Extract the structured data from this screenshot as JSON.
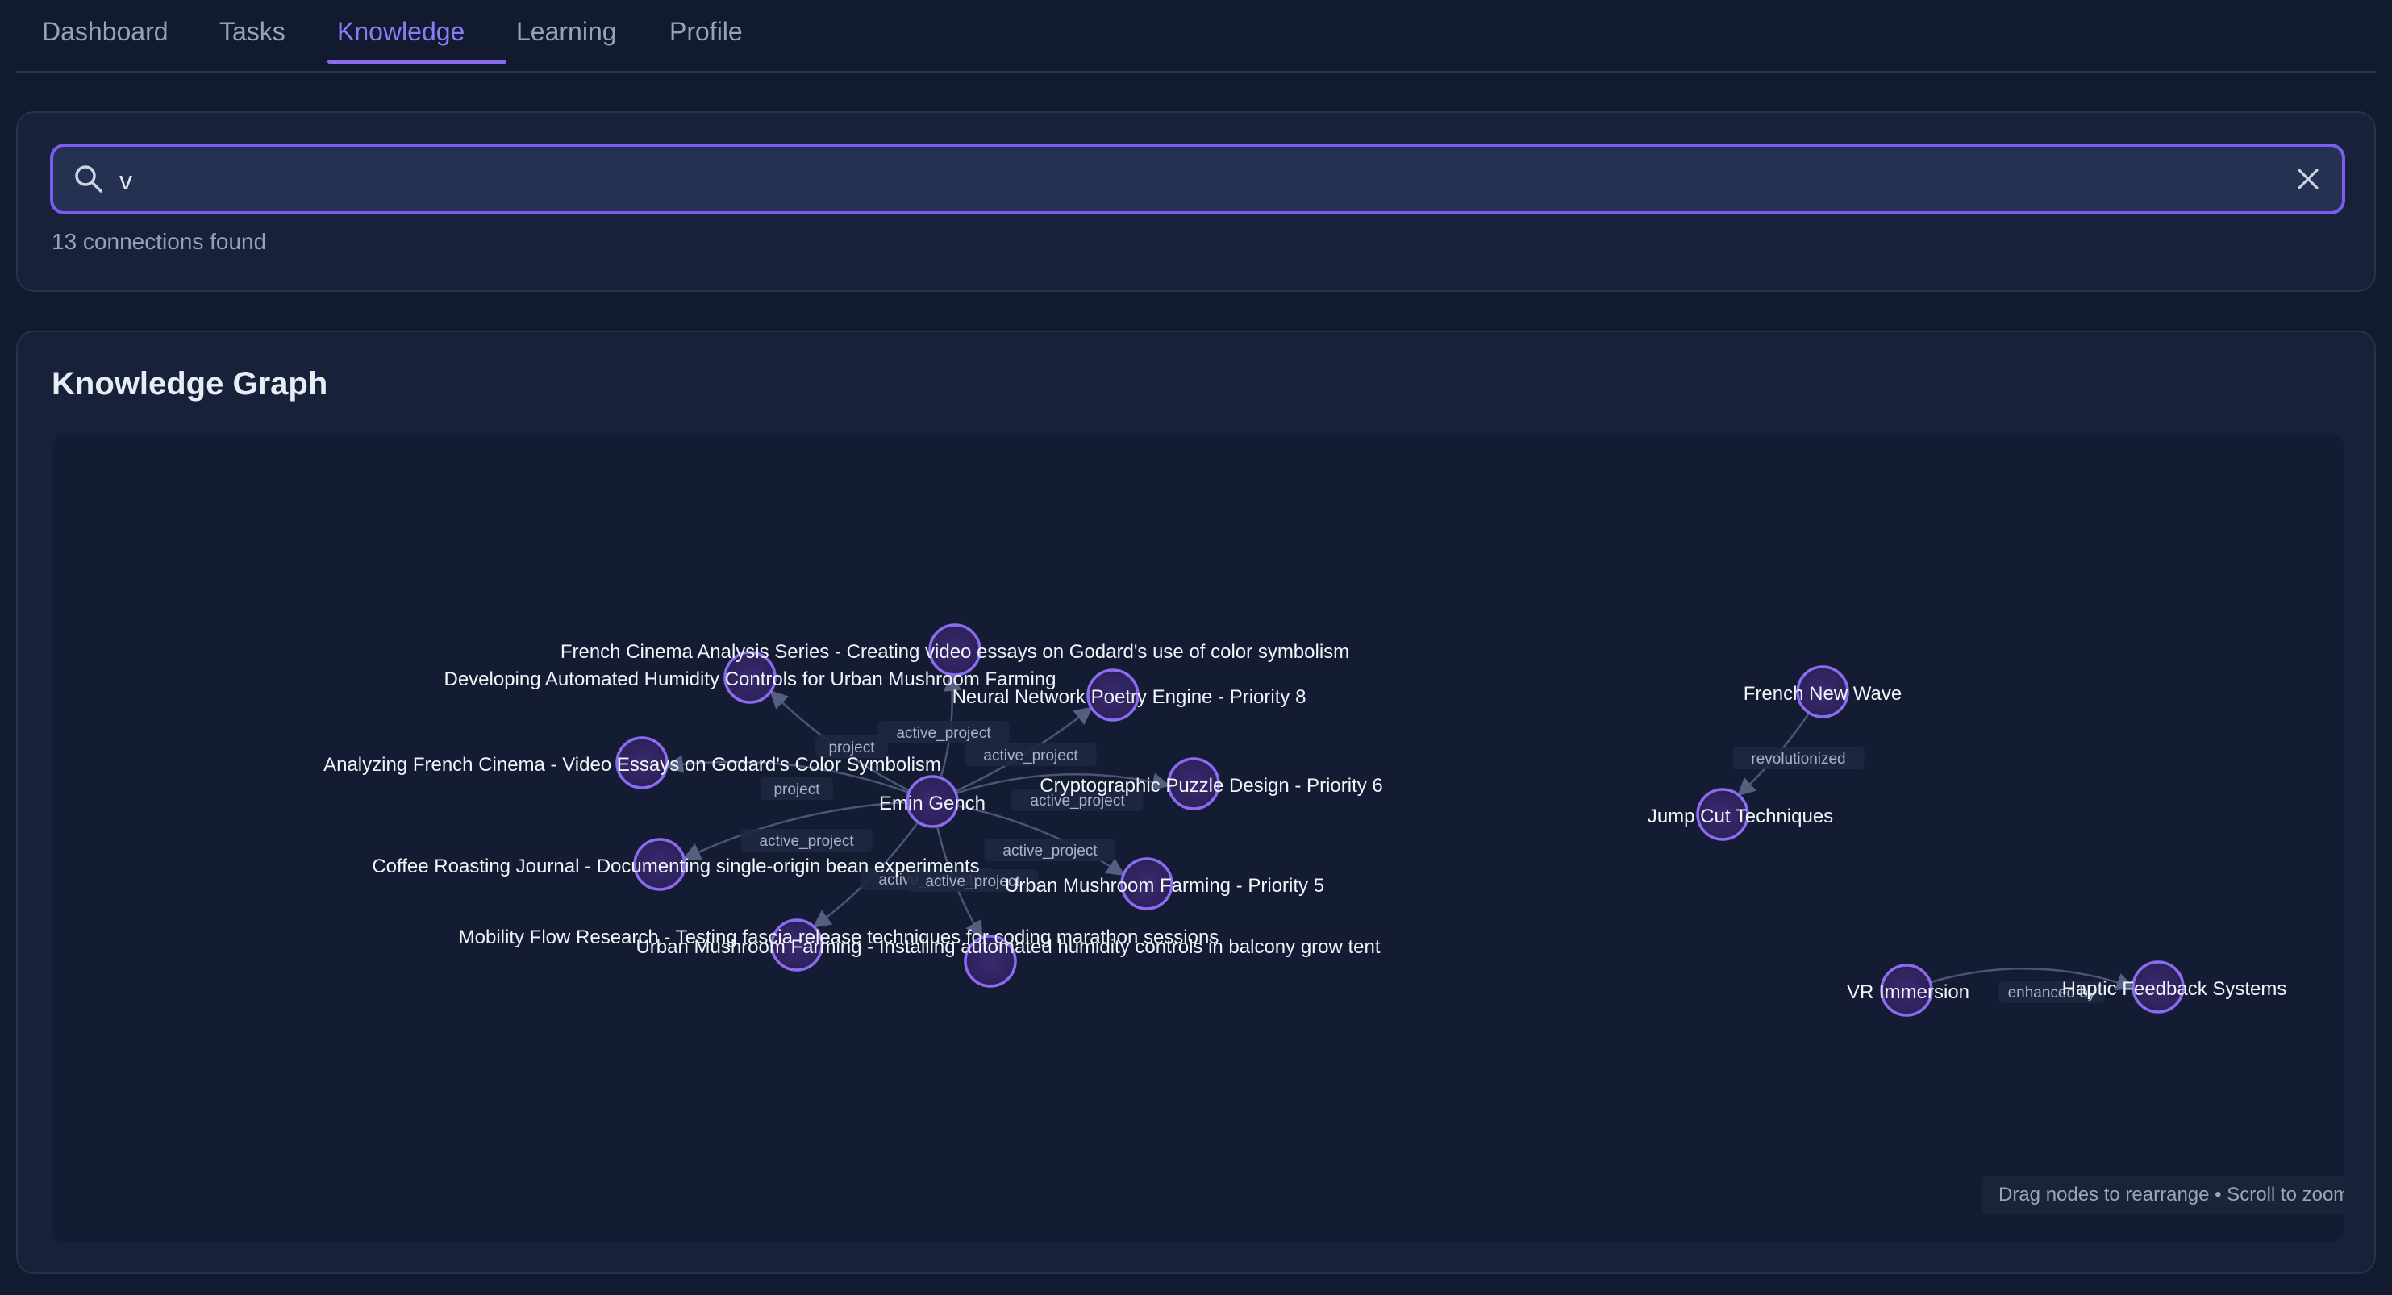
{
  "nav": {
    "tabs": [
      {
        "label": "Dashboard"
      },
      {
        "label": "Tasks"
      },
      {
        "label": "Knowledge"
      },
      {
        "label": "Learning"
      },
      {
        "label": "Profile"
      }
    ],
    "active_tab": "Knowledge"
  },
  "search": {
    "value": "v",
    "icon": "search-icon",
    "clear_icon": "close-icon",
    "result_text": "13 connections found"
  },
  "graph": {
    "title": "Knowledge Graph",
    "hint": "Drag nodes to rearrange • Scroll to zoom",
    "colors": {
      "node_fill": "#3b2a6e",
      "node_stroke": "#8b6cf0",
      "edge": "#4b5675",
      "label": "#f1f5f9"
    },
    "nodes": [
      {
        "id": "emin",
        "label": "Emin Gench"
      },
      {
        "id": "fcas",
        "label": "French Cinema Analysis Series - Creating video essays on Godard's use of color symbolism"
      },
      {
        "id": "dahc",
        "label": "Developing Automated Humidity Controls for Urban Mushroom Farming"
      },
      {
        "id": "nnpe",
        "label": "Neural Network Poetry Engine - Priority 8"
      },
      {
        "id": "afc",
        "label": "Analyzing French Cinema - Video Essays on Godard's Color Symbolism"
      },
      {
        "id": "cpd",
        "label": "Cryptographic Puzzle Design - Priority 6"
      },
      {
        "id": "crj",
        "label": "Coffee Roasting Journal - Documenting single-origin bean experiments"
      },
      {
        "id": "umf5",
        "label": "Urban Mushroom Farming - Priority 5"
      },
      {
        "id": "mfr",
        "label": "Mobility Flow Research - Testing fascia release techniques for coding marathon sessions"
      },
      {
        "id": "umfh",
        "label": "Urban Mushroom Farming - Installing automated humidity controls in balcony grow tent"
      },
      {
        "id": "fnw",
        "label": "French New Wave"
      },
      {
        "id": "jct",
        "label": "Jump Cut Techniques"
      },
      {
        "id": "vri",
        "label": "VR Immersion"
      },
      {
        "id": "hfs",
        "label": "Haptic Feedback Systems"
      }
    ],
    "edges": [
      {
        "from": "emin",
        "to": "fcas",
        "label": "active_project"
      },
      {
        "from": "emin",
        "to": "dahc",
        "label": "project"
      },
      {
        "from": "emin",
        "to": "nnpe",
        "label": "active_project"
      },
      {
        "from": "emin",
        "to": "afc",
        "label": "project"
      },
      {
        "from": "emin",
        "to": "cpd",
        "label": "active_project"
      },
      {
        "from": "emin",
        "to": "crj",
        "label": "active_project"
      },
      {
        "from": "emin",
        "to": "umf5",
        "label": "active_project"
      },
      {
        "from": "emin",
        "to": "mfr",
        "label": "active_project"
      },
      {
        "from": "emin",
        "to": "umfh",
        "label": "active_project"
      },
      {
        "from": "fnw",
        "to": "jct",
        "label": "revolutionized"
      },
      {
        "from": "vri",
        "to": "hfs",
        "label": "enhanced by"
      }
    ]
  }
}
